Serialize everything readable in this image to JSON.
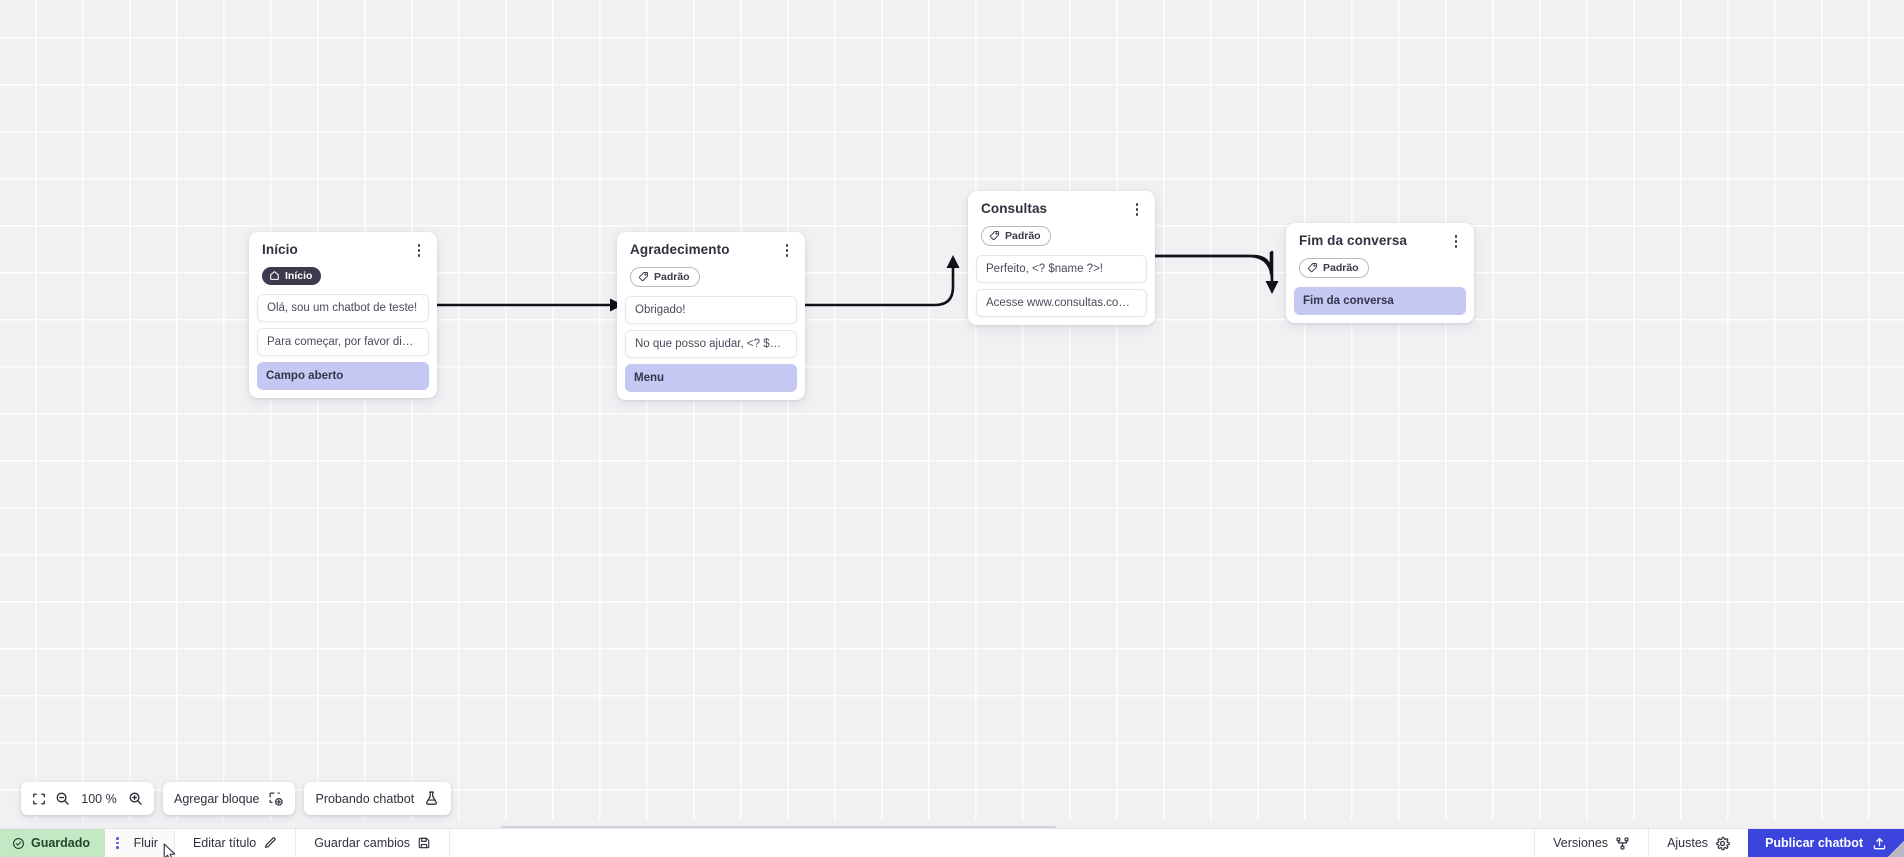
{
  "canvas": {
    "zoom_level": "100 %",
    "nodes": [
      {
        "id": "inicio",
        "title": "Início",
        "badge": {
          "label": "Início",
          "style": "dark",
          "icon": "home-icon"
        },
        "messages": [
          "Olá, sou um chatbot de teste!",
          "Para começar, por favor digite o ..."
        ],
        "slot": "Campo aberto"
      },
      {
        "id": "agradecimento",
        "title": "Agradecimento",
        "badge": {
          "label": "Padrão",
          "style": "outline",
          "icon": "tag-icon"
        },
        "messages": [
          "Obrigado!",
          "No que posso ajudar, <? $name ..."
        ],
        "slot": "Menu"
      },
      {
        "id": "consultas",
        "title": "Consultas",
        "badge": {
          "label": "Padrão",
          "style": "outline",
          "icon": "tag-icon"
        },
        "messages": [
          "Perfeito, <? $name ?>!",
          "Acesse www.consultas.com par..."
        ],
        "slot": null
      },
      {
        "id": "fim",
        "title": "Fim da conversa",
        "badge": {
          "label": "Padrão",
          "style": "outline",
          "icon": "tag-icon"
        },
        "messages": [],
        "slot": "Fim da conversa"
      }
    ]
  },
  "toolbar": {
    "fit_icon": "fit-screen-icon",
    "zoom_out_icon": "zoom-out-icon",
    "zoom_value": "100 %",
    "zoom_in_icon": "zoom-in-icon",
    "add_block_label": "Agregar bloque",
    "add_block_icon": "add-block-icon",
    "test_chatbot_label": "Probando chatbot",
    "test_chatbot_icon": "flask-icon"
  },
  "statusbar": {
    "saved_label": "Guardado",
    "saved_icon": "check-circle-icon",
    "saved_bg": "#c2e8c4",
    "dots_icon": "vertical-dots-icon",
    "tab_label": "Fluir",
    "edit_title_label": "Editar título",
    "edit_title_icon": "pencil-icon",
    "save_changes_label": "Guardar cambios",
    "save_changes_icon": "save-icon",
    "versions_label": "Versiones",
    "versions_icon": "branch-icon",
    "settings_label": "Ajustes",
    "settings_icon": "gear-icon",
    "publish_label": "Publicar chatbot",
    "publish_icon": "upload-icon",
    "publish_bg": "#3b45dd"
  },
  "colors": {
    "canvas_bg": "#f1f1f4",
    "slot_purple": "#c4c8f2",
    "badge_dark": "#3c3b4d",
    "accent_blue": "#3b45dd",
    "saved_green": "#c2e8c4"
  }
}
